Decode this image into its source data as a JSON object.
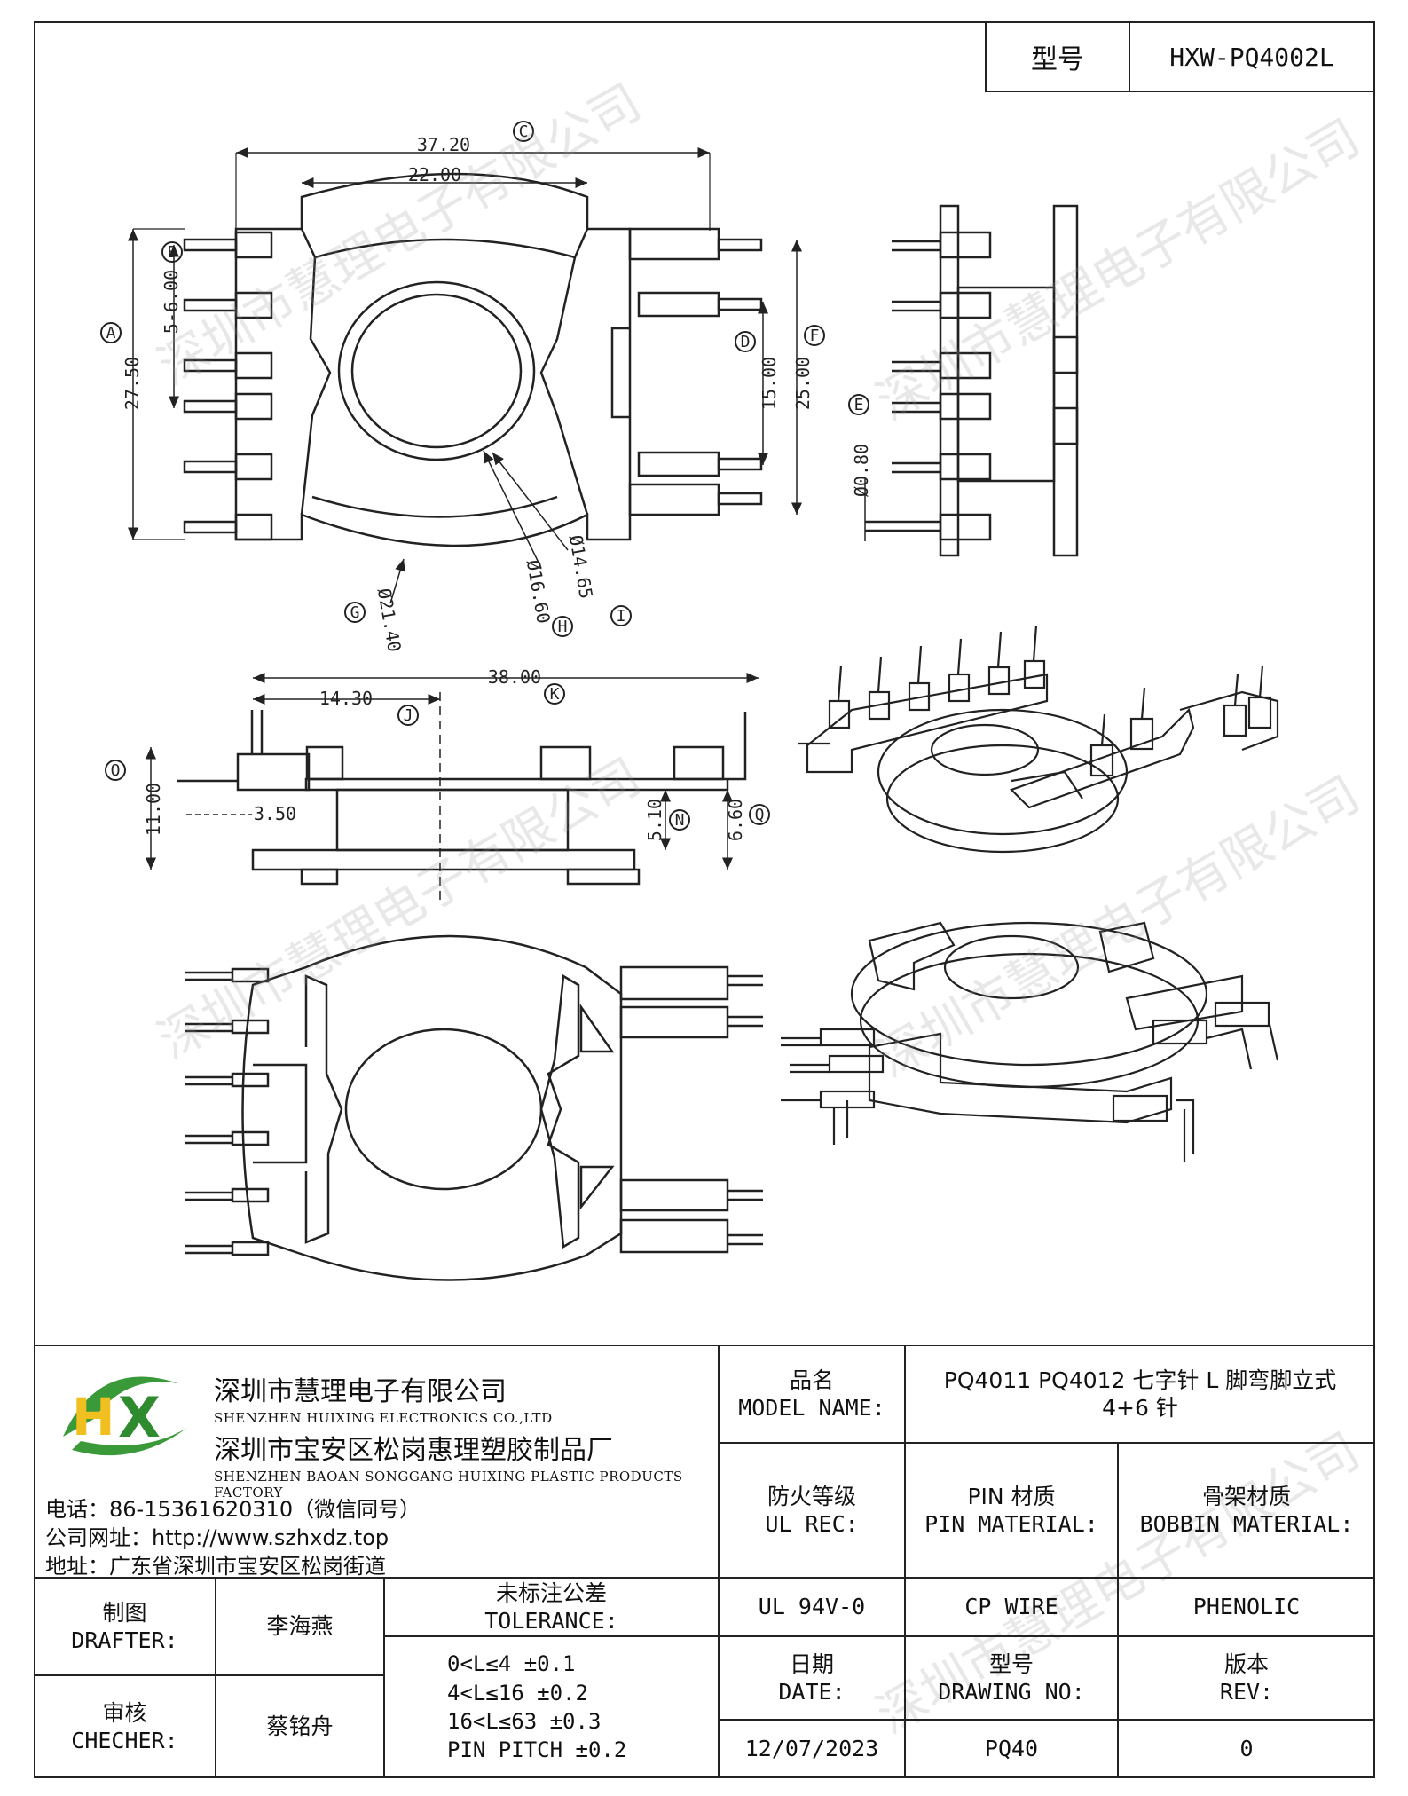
{
  "header": {
    "model_label": "型号",
    "model_value": "HXW-PQ4002L"
  },
  "dims": {
    "top_view": {
      "overall_width": "37.20",
      "inner_width": "22.00",
      "height_a": "27.50",
      "pitch_b": "5-6.00",
      "pin_span_d": "15.00",
      "overall_f": "25.00",
      "d_g": "Ø21.40",
      "d_h": "Ø16.60",
      "d_i": "Ø14.65",
      "labels": {
        "A": "A",
        "B": "B",
        "C": "C",
        "D": "D",
        "F": "F",
        "G": "G",
        "H": "H",
        "I": "I"
      }
    },
    "side_view": {
      "pin_dia": "Ø0.80",
      "label_e": "E"
    },
    "front_view": {
      "overall": "38.00",
      "offset": "14.30",
      "height": "11.00",
      "pin_len": "3.50",
      "h_n": "5.10",
      "h_q": "6.60",
      "labels": {
        "K": "K",
        "J": "J",
        "O": "O",
        "N": "N",
        "Q": "Q"
      }
    }
  },
  "title_block": {
    "company_cn": "深圳市慧理电子有限公司",
    "company_en": "SHENZHEN HUIXING ELECTRONICS CO.,LTD",
    "factory_cn": "深圳市宝安区松岗惠理塑胶制品厂",
    "factory_en": "SHENZHEN BAOAN SONGGANG HUIXING PLASTIC PRODUCTS FACTORY",
    "phone": "电话：86-15361620310（微信同号）",
    "website": "公司网址：http://www.szhxdz.top",
    "address": "地址：广东省深圳市宝安区松岗街道",
    "model_name_cn": "品名",
    "model_name_en": "MODEL NAME:",
    "model_name_value_1": "PQ4011 PQ4012 七字针 L 脚弯脚立式",
    "model_name_value_2": "4+6 针",
    "ul_cn": "防火等级",
    "ul_en": "UL REC:",
    "pin_cn": "PIN 材质",
    "pin_en": "PIN MATERIAL:",
    "bobbin_cn": "骨架材质",
    "bobbin_en": "BOBBIN MATERIAL:",
    "ul_value": "UL 94V-0",
    "pin_value": "CP WIRE",
    "bobbin_value": "PHENOLIC",
    "drafter_cn": "制图",
    "drafter_en": "DRAFTER:",
    "drafter_name": "李海燕",
    "checker_cn": "审核",
    "checker_en": "CHECHER:",
    "checker_name": "蔡铭舟",
    "tol_cn": "未标注公差",
    "tol_en": "TOLERANCE:",
    "tol_lines": [
      "0<L≤4   ±0.1",
      "4<L≤16  ±0.2",
      "16<L≤63  ±0.3",
      "PIN PITCH  ±0.2"
    ],
    "date_cn": "日期",
    "date_en": "DATE:",
    "date_value": "12/07/2023",
    "drawing_cn": "型号",
    "drawing_en": "DRAWING NO:",
    "drawing_value": "PQ40",
    "rev_cn": "版本",
    "rev_en": "REV:",
    "rev_value": "0",
    "logo_text": "HX"
  },
  "watermark": "深圳市慧理电子有限公司"
}
